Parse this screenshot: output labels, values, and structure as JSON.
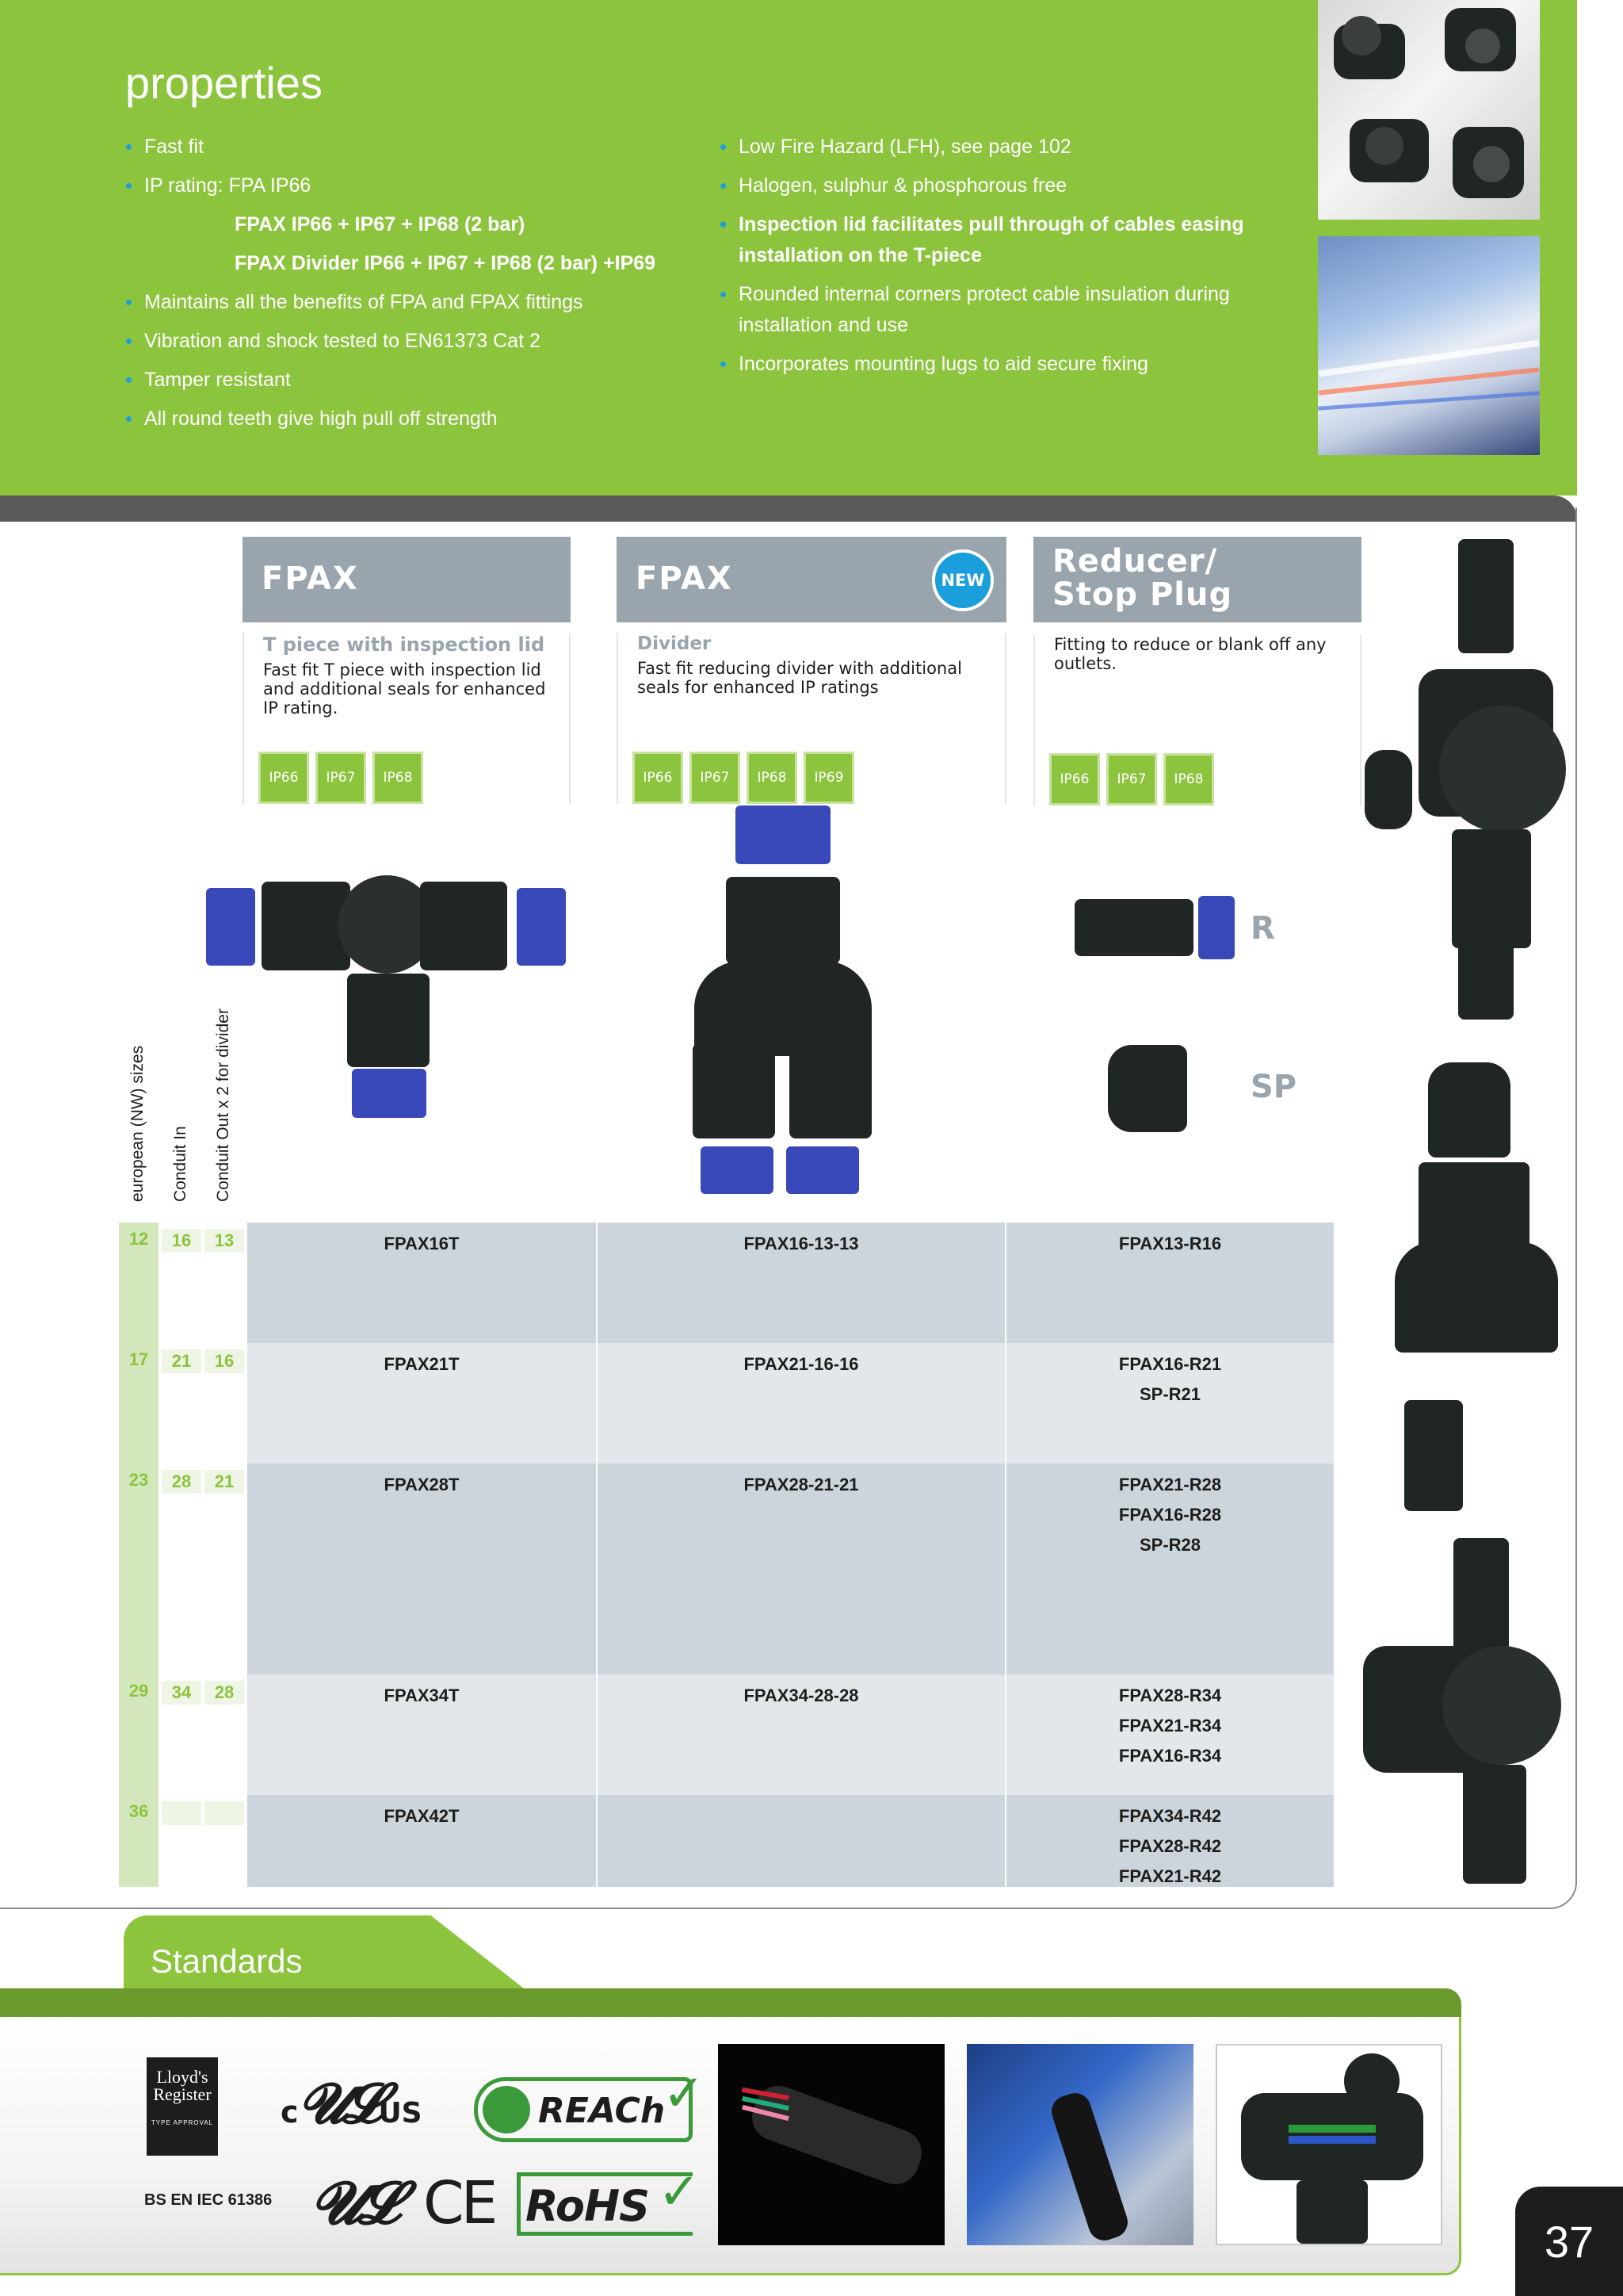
{
  "properties": {
    "title": "properties",
    "left_items": [
      {
        "text": "Fast fit"
      },
      {
        "label": "IP rating:",
        "text": "FPA  IP66"
      },
      {
        "text": "FPAX  IP66 + IP67 + IP68 (2 bar)"
      },
      {
        "text": "FPAX Divider IP66 + IP67 + IP68 (2 bar) +IP69"
      },
      {
        "text": "Maintains all the benefits of FPA and FPAX fittings"
      },
      {
        "text": "Vibration and shock tested to EN61373 Cat 2"
      },
      {
        "text": "Tamper resistant"
      },
      {
        "text": "All round teeth give high pull off strength"
      }
    ],
    "right_items": [
      {
        "text": "Low Fire Hazard (LFH), see page 102"
      },
      {
        "text": "Halogen, sulphur & phosphorous free"
      },
      {
        "text": "Inspection lid facilitates pull through of cables easing installation on the T-piece"
      },
      {
        "text": "Rounded internal corners protect cable insulation during installation and use"
      },
      {
        "text": "Incorporates mounting lugs to aid secure fixing"
      }
    ]
  },
  "products": [
    {
      "name": "FPAX",
      "subtitle": "T piece with inspection lid",
      "description": "Fast fit T piece with inspection lid and additional seals for enhanced IP rating.",
      "badges": [
        "IP66",
        "IP67",
        "IP68"
      ]
    },
    {
      "name": "FPAX",
      "new_label": "NEW",
      "subtitle": "Divider",
      "description": "Fast fit reducing divider with additional seals for enhanced IP ratings",
      "badges": [
        "IP66",
        "IP67",
        "IP68",
        "IP69"
      ]
    },
    {
      "name_line1": "Reducer/",
      "name_line2": "Stop Plug",
      "description": "Fitting to reduce or blank off any outlets.",
      "badges": [
        "IP66",
        "IP67",
        "IP68"
      ]
    }
  ],
  "fitting_letters": {
    "reducer": "R",
    "stop_plug": "SP"
  },
  "column_labels": {
    "european_sizes": "european (NW) sizes",
    "conduit_in": "Conduit In",
    "conduit_out": "Conduit Out x 2 for divider"
  },
  "table": {
    "rows": [
      {
        "nw": "12",
        "in": "16",
        "out": "13",
        "t_piece": "FPAX16T",
        "divider": "FPAX16-13-13",
        "reducer": [
          "FPAX13-R16"
        ]
      },
      {
        "nw": "17",
        "in": "21",
        "out": "16",
        "t_piece": "FPAX21T",
        "divider": "FPAX21-16-16",
        "reducer": [
          "FPAX16-R21",
          "SP-R21"
        ]
      },
      {
        "nw": "23",
        "in": "28",
        "out": "21",
        "t_piece": "FPAX28T",
        "divider": "FPAX28-21-21",
        "reducer": [
          "FPAX21-R28",
          "FPAX16-R28",
          "SP-R28"
        ]
      },
      {
        "nw": "29",
        "in": "34",
        "out": "28",
        "t_piece": "FPAX34T",
        "divider": "FPAX34-28-28",
        "reducer": [
          "FPAX28-R34",
          "FPAX21-R34",
          "FPAX16-R34"
        ]
      },
      {
        "nw": "36",
        "in": "",
        "out": "",
        "t_piece": "FPAX42T",
        "divider": "",
        "reducer": [
          "FPAX34-R42",
          "FPAX28-R42",
          "FPAX21-R42"
        ]
      }
    ]
  },
  "standards": {
    "title": "Standards",
    "lloyds_line1": "Lloyd's",
    "lloyds_line2": "Register",
    "lloyds_caption": "TYPE APPROVAL",
    "bs_en": "BS EN IEC 61386",
    "cul_c": "c",
    "cul_us": "US",
    "reach": "REACh",
    "rohs": "RoHS",
    "ce": "CE"
  },
  "page_number": "37",
  "colors": {
    "green": "#8cc43e",
    "dark_green": "#6a9a2c",
    "grey_band": "#9aa4ad",
    "blue": "#1a9fdc",
    "dark_bar": "#5a5a5a"
  }
}
